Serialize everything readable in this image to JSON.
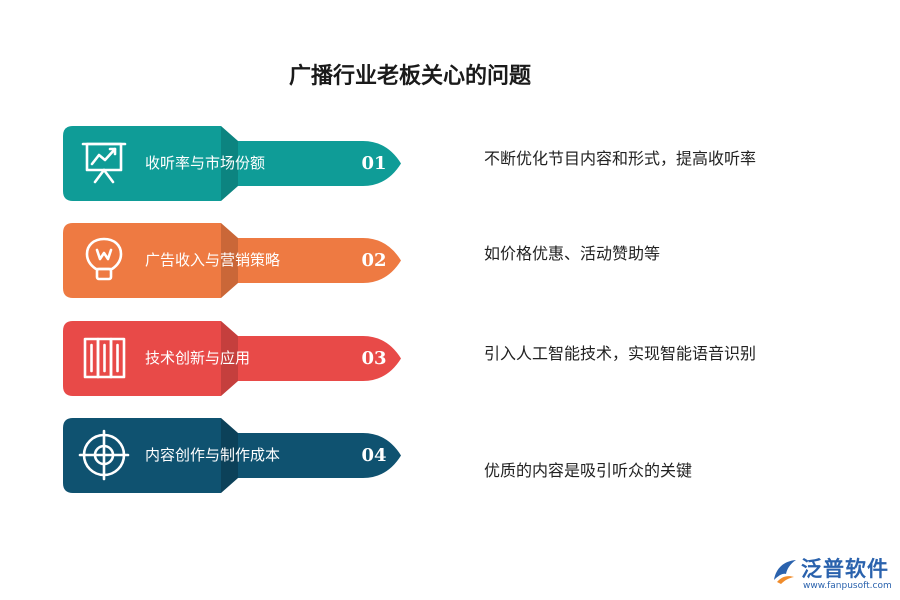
{
  "title": "广播行业老板关心的问题",
  "items": [
    {
      "label": "收听率与市场份额",
      "number": "01",
      "description": "不断优化节目内容和形式，提高收听率",
      "color": "#0f9c97",
      "icon": "presentation-chart-icon"
    },
    {
      "label": "广告收入与营销策略",
      "number": "02",
      "description": "如价格优惠、活动赞助等",
      "color": "#ee7a42",
      "icon": "lightbulb-icon"
    },
    {
      "label": "技术创新与应用",
      "number": "03",
      "description": "引入人工智能技术，实现智能语音识别",
      "color": "#e84a48",
      "icon": "panels-icon"
    },
    {
      "label": "内容创作与制作成本",
      "number": "04",
      "description": "优质的内容是吸引听众的关键",
      "color": "#0f5270",
      "icon": "crosshair-icon"
    }
  ],
  "logo": {
    "name": "泛普软件",
    "url": "www.fanpusoft.com"
  }
}
